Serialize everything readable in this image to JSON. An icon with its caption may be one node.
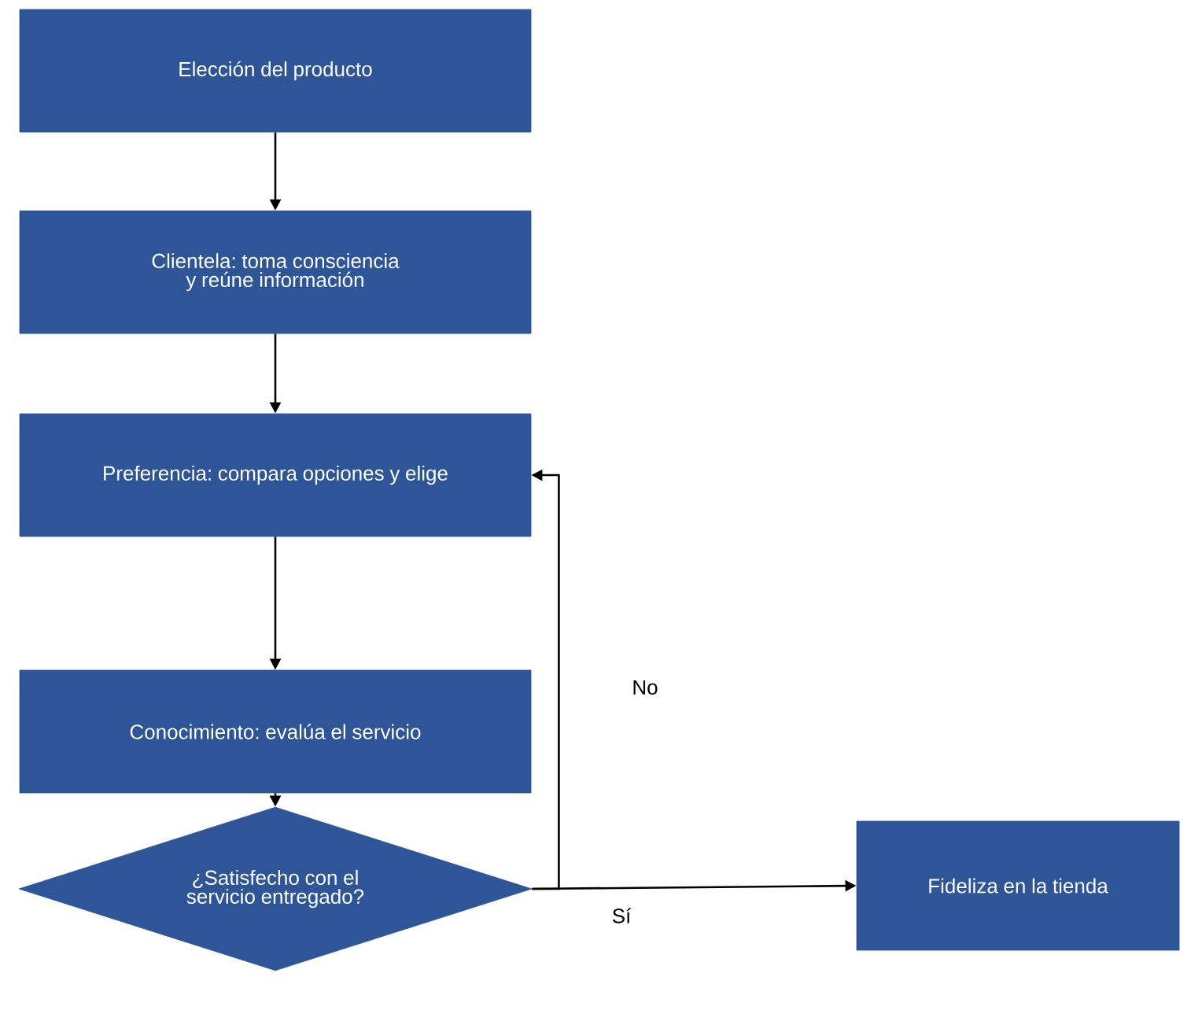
{
  "diagram": {
    "nodes": [
      {
        "text": [
          "Elección del producto"
        ]
      },
      {
        "text": [
          "Clientela: toma consciencia y reúne información"
        ]
      },
      {
        "text": [
          "Preferencia: compara opciones y elige"
        ]
      },
      {
        "text": [
          "Conocimiento: evalúa el servicio"
        ]
      },
      {
        "text": [
          "¿Satisfecho con el servicio entregado?"
        ]
      },
      {
        "text": [
          "Fideliza en la tienda"
        ]
      }
    ],
    "edges": [
      {
        "from": 0,
        "to": 1,
        "arrow": "to"
      },
      {
        "from": 1,
        "to": 2,
        "arrow": "to"
      },
      {
        "from": 2,
        "to": 3,
        "arrow": "to"
      },
      {
        "from": 3,
        "to": 4,
        "arrow": "to"
      },
      {
        "from": 4,
        "to": 5,
        "arrow": "to",
        "label": "Sí"
      },
      {
        "from": 4,
        "to": 2,
        "arrow": "to",
        "label": "No"
      }
    ]
  }
}
